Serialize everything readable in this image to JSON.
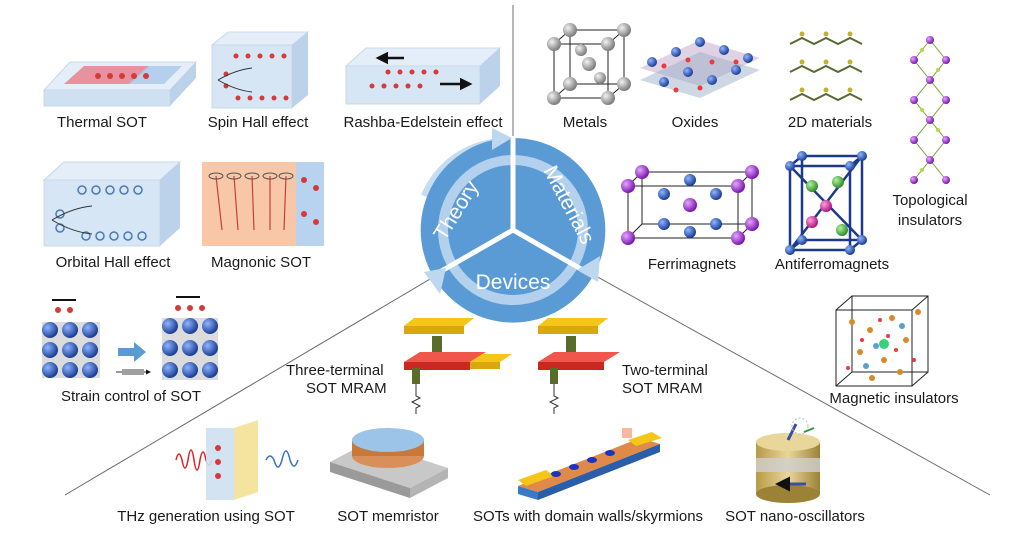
{
  "center": {
    "theory": "Theory",
    "materials": "Materials",
    "devices": "Devices"
  },
  "theory_items": {
    "thermal_sot": "Thermal SOT",
    "spin_hall": "Spin Hall effect",
    "rashba": "Rashba-Edelstein effect",
    "orbital_hall": "Orbital Hall effect",
    "magnonic_sot": "Magnonic SOT",
    "strain_control": "Strain control of SOT"
  },
  "material_items": {
    "metals": "Metals",
    "oxides": "Oxides",
    "two_d": "2D materials",
    "topological_line1": "Topological",
    "topological_line2": "insulators",
    "ferrimagnets": "Ferrimagnets",
    "antiferromagnets": "Antiferromagnets",
    "magnetic_insulators": "Magnetic insulators"
  },
  "device_items": {
    "three_terminal_line1": "Three-terminal",
    "three_terminal_line2": "SOT MRAM",
    "two_terminal_line1": "Two-terminal",
    "two_terminal_line2": "SOT MRAM",
    "thz": "THz generation using SOT",
    "memristor": "SOT memristor",
    "domain_walls": "SOTs with domain walls/skyrmions",
    "nano_osc": "SOT nano-oscillators"
  },
  "colors": {
    "cycle_blue": "#5b9bd5",
    "cycle_light": "#bdd7ee",
    "slab": "#d6e6f4",
    "atom_gray": "#9a9a9a",
    "atom_blue": "#2f5fb8",
    "atom_purple": "#9b30d0",
    "electrode_yellow": "#f5c518",
    "electrode_red": "#e8362c",
    "pillar_green": "#5a6b2a"
  }
}
